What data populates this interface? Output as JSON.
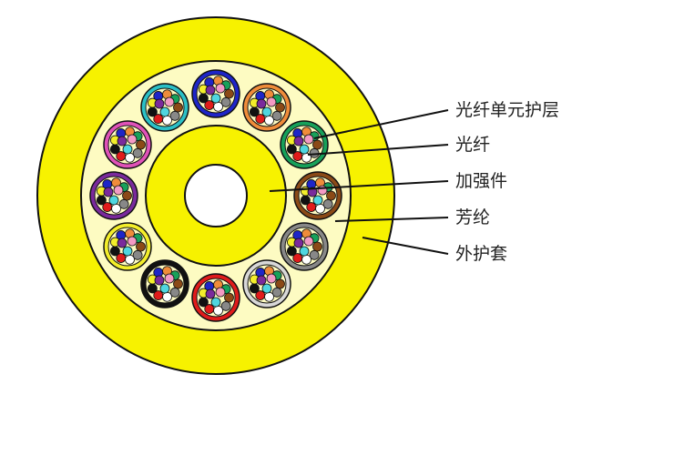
{
  "labels": {
    "unit_jacket": "光纤单元护层",
    "fiber": "光纤",
    "strength_member": "加强件",
    "aramid": "芳纶",
    "outer_jacket": "外护套"
  },
  "colors": {
    "outer_jacket": "#f7f200",
    "aramid_fill": "#fdfbc2",
    "strength_member": "#f7f200",
    "unit_fill": "#fdfbc2",
    "outline": "#111111"
  },
  "fiber_units": {
    "count": 12,
    "fibers_per_unit": 12,
    "unit_jacket_colors": [
      "#1e25c8",
      "#ef8c3a",
      "#17a15a",
      "#8b4a17",
      "#888888",
      "#d8d8d8",
      "#e01b1b",
      "#111111",
      "#f3ee2a",
      "#7a2a9c",
      "#e052b8",
      "#2bc0c6"
    ],
    "fiber_colors": [
      "#1e25c8",
      "#ef8c3a",
      "#17a15a",
      "#8b4a17",
      "#888888",
      "#ffffff",
      "#e01b1b",
      "#111111",
      "#f3ee2a",
      "#7a2a9c",
      "#f39ac4",
      "#4fd6e0"
    ]
  }
}
